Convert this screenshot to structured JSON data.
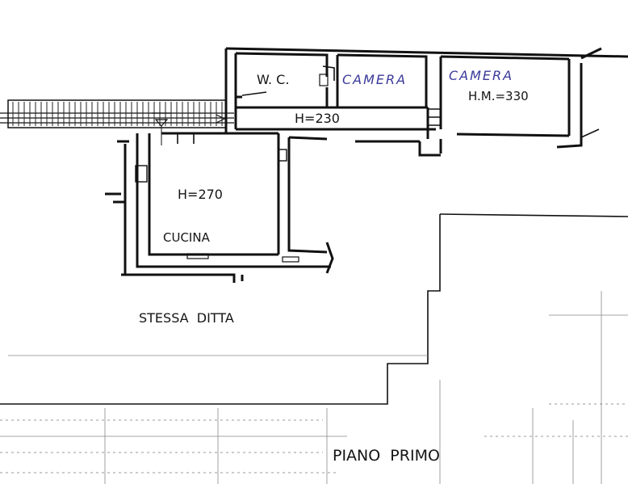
{
  "rooms": {
    "wc": "W. C.",
    "camera_1": "CAMERA",
    "camera_2": "CAMERA",
    "cucina": "CUCINA"
  },
  "heights": {
    "corridor": "H=230",
    "camera_2": "H.M.=330",
    "cucina": "H=270"
  },
  "annotations": {
    "neighbour": "STESSA  DITTA",
    "floor": "PIANO  PRIMO"
  },
  "colors": {
    "ink": "#111111",
    "handwriting": "#3b3a9a",
    "paper": "#ffffff"
  }
}
